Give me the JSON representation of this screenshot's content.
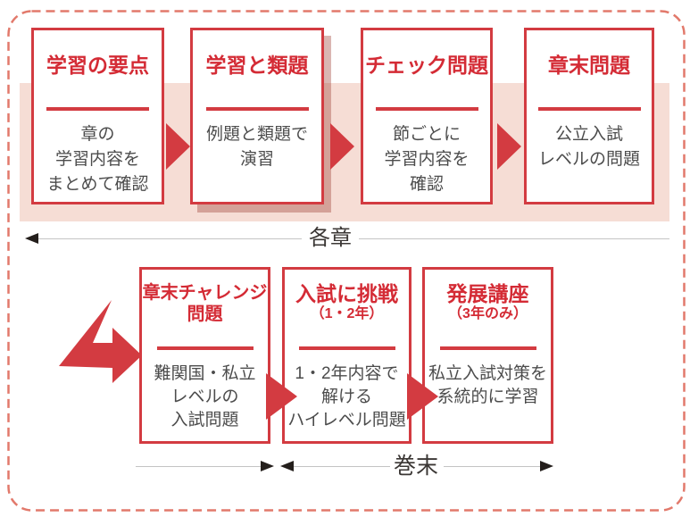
{
  "colors": {
    "red_border": "#d33b41",
    "red_title": "#d42b35",
    "pink_band": "#f6ddd5",
    "body_text": "#4c4c4c",
    "label_text": "#3b3735",
    "dash_border": "#e2796b"
  },
  "top_row": {
    "range_label": "各章",
    "boxes": [
      {
        "title": "学習の要点",
        "body_lines": [
          "章の",
          "学習内容を",
          "まとめて確認"
        ]
      },
      {
        "title": "学習と類題",
        "body_lines": [
          "例題と類題で",
          "演習"
        ]
      },
      {
        "title": "チェック問題",
        "body_lines": [
          "節ごとに",
          "学習内容を",
          "確認"
        ]
      },
      {
        "title": "章末問題",
        "body_lines": [
          "公立入試",
          "レベルの問題"
        ]
      }
    ]
  },
  "bottom_row": {
    "range_label": "巻末",
    "boxes": [
      {
        "title": "章末チャレンジ",
        "title_line2": "問題",
        "body_lines": [
          "難関国・私立",
          "レベルの",
          "入試問題"
        ]
      },
      {
        "title": "入試に挑戦",
        "subtitle": "（1・2年）",
        "body_lines": [
          "1・2年内容で",
          "解ける",
          "ハイレベル問題"
        ]
      },
      {
        "title": "発展講座",
        "subtitle": "（3年のみ）",
        "body_lines": [
          "私立入試対策を",
          "系統的に学習"
        ]
      }
    ]
  }
}
